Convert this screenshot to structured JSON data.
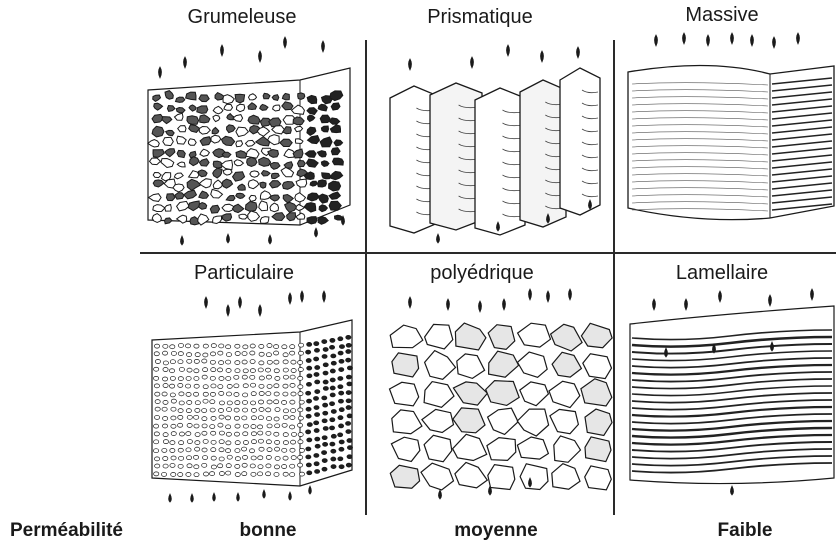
{
  "structures": [
    {
      "id": "grumeleuse",
      "label": "Grumeleuse"
    },
    {
      "id": "prismatique",
      "label": "Prismatique"
    },
    {
      "id": "massive",
      "label": "Massive"
    },
    {
      "id": "particulaire",
      "label": "Particulaire"
    },
    {
      "id": "polyedrique",
      "label": "polyédrique"
    },
    {
      "id": "lamellaire",
      "label": "Lamellaire"
    }
  ],
  "footer": {
    "row_label": "Perméabilité",
    "values": [
      "bonne",
      "moyenne",
      "Faible"
    ]
  },
  "colors": {
    "ink": "#1a1a1a",
    "paper": "#ffffff",
    "shade": "#3a3a3a"
  }
}
